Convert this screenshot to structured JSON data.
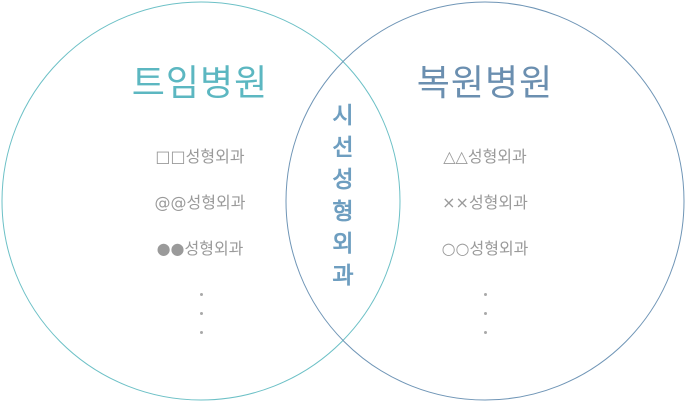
{
  "left_circle": {
    "title": "트임병원",
    "items": [
      "□□성형외과",
      "@@성형외과",
      "●●성형외과"
    ],
    "color": "#5cb7c1"
  },
  "right_circle": {
    "title": "복원병원",
    "items": [
      "△△성형외과",
      "××성형외과",
      "○○성형외과"
    ],
    "color": "#6b8fb0"
  },
  "overlap": {
    "label": "시선성형외과",
    "color": "#6e9ec0"
  },
  "ellipsis_icon": "vertical-dots"
}
